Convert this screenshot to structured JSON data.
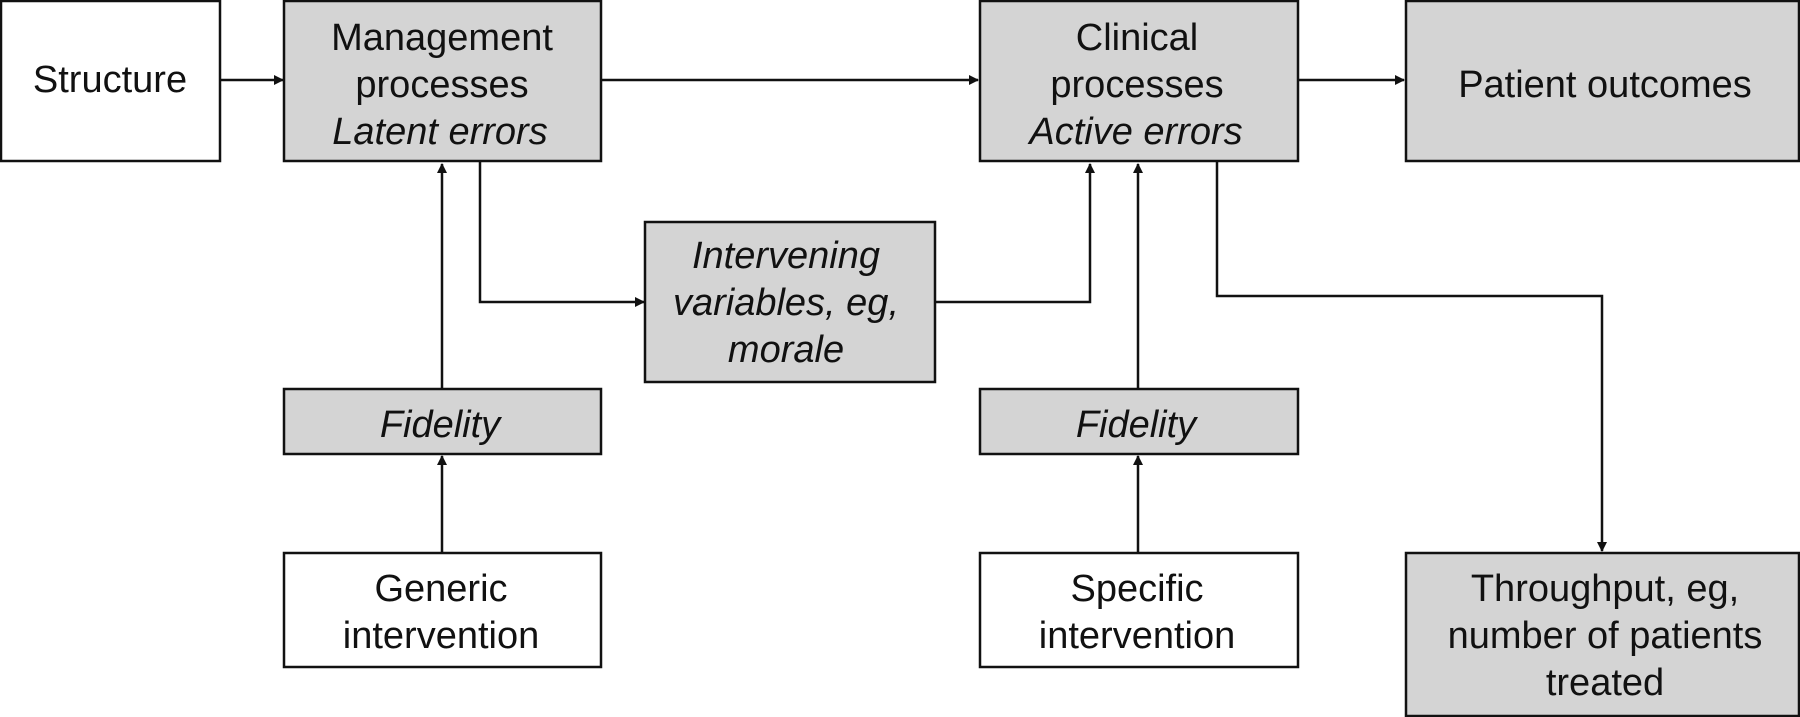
{
  "diagram": {
    "structure": {
      "line1": "Structure"
    },
    "management": {
      "line1": "Management",
      "line2": "processes",
      "line3": "Latent errors"
    },
    "clinical": {
      "line1": "Clinical",
      "line2": "processes",
      "line3": "Active errors"
    },
    "outcomes": {
      "line1": "Patient outcomes"
    },
    "intervening": {
      "line1": "Intervening",
      "line2": "variables, eg,",
      "line3": "morale"
    },
    "fidelity_left": {
      "line1": "Fidelity"
    },
    "fidelity_right": {
      "line1": "Fidelity"
    },
    "generic": {
      "line1": "Generic",
      "line2": "intervention"
    },
    "specific": {
      "line1": "Specific",
      "line2": "intervention"
    },
    "throughput": {
      "line1": "Throughput, eg,",
      "line2": "number of patients",
      "line3": "treated"
    }
  },
  "colors": {
    "shaded_box": "#d4d4d4",
    "white_box": "#ffffff",
    "stroke": "#111111"
  }
}
